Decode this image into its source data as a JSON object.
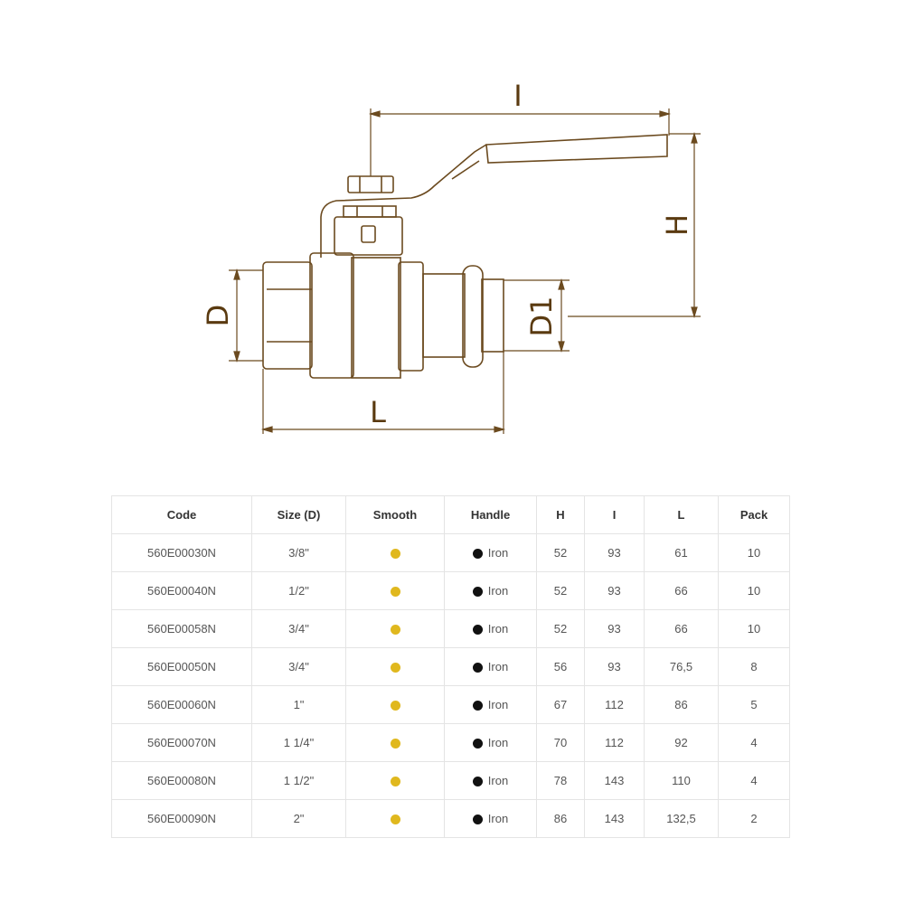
{
  "drawing": {
    "dim_labels": {
      "I": "I",
      "H": "H",
      "D": "D",
      "D1": "D1",
      "L": "L"
    },
    "stroke_color": "#6b4a1f"
  },
  "table": {
    "headers": [
      "Code",
      "Size (D)",
      "Smooth",
      "Handle",
      "H",
      "I",
      "L",
      "Pack"
    ],
    "rows": [
      {
        "code": "560E00030N",
        "size": "3/8\"",
        "handle": "Iron",
        "h": "52",
        "i": "93",
        "l": "61",
        "pack": "10"
      },
      {
        "code": "560E00040N",
        "size": "1/2\"",
        "handle": "Iron",
        "h": "52",
        "i": "93",
        "l": "66",
        "pack": "10"
      },
      {
        "code": "560E00058N",
        "size": "3/4\"",
        "handle": "Iron",
        "h": "52",
        "i": "93",
        "l": "66",
        "pack": "10"
      },
      {
        "code": "560E00050N",
        "size": "3/4\"",
        "handle": "Iron",
        "h": "56",
        "i": "93",
        "l": "76,5",
        "pack": "8"
      },
      {
        "code": "560E00060N",
        "size": "1\"",
        "handle": "Iron",
        "h": "67",
        "i": "112",
        "l": "86",
        "pack": "5"
      },
      {
        "code": "560E00070N",
        "size": "1 1/4\"",
        "handle": "Iron",
        "h": "70",
        "i": "112",
        "l": "92",
        "pack": "4"
      },
      {
        "code": "560E00080N",
        "size": "1 1/2\"",
        "handle": "Iron",
        "h": "78",
        "i": "143",
        "l": "110",
        "pack": "4"
      },
      {
        "code": "560E00090N",
        "size": "2\"",
        "handle": "Iron",
        "h": "86",
        "i": "143",
        "l": "132,5",
        "pack": "2"
      }
    ],
    "colors": {
      "smooth_dot": "#e0b81e",
      "handle_dot": "#111111"
    }
  }
}
